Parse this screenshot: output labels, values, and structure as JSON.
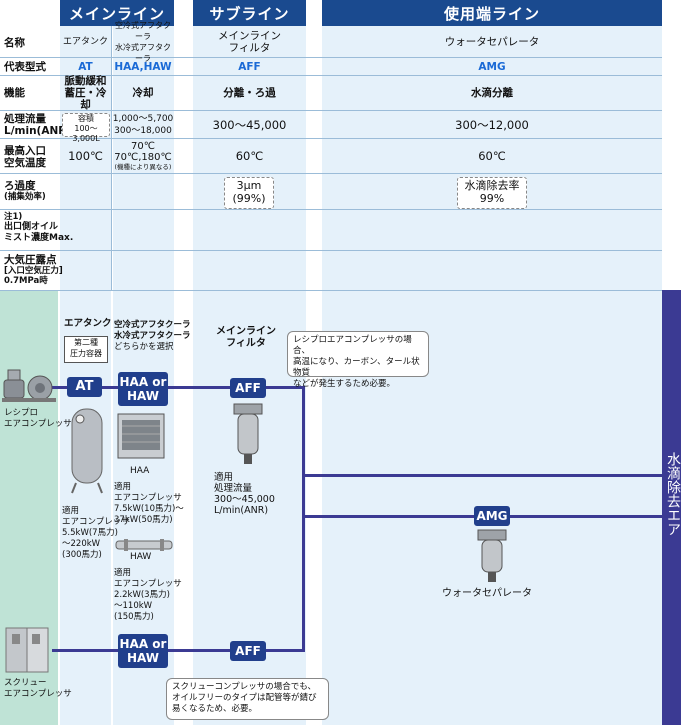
{
  "headers": {
    "main": "メインライン",
    "sub": "サブライン",
    "end": "使用端ライン"
  },
  "rows": {
    "name": "名称",
    "model": "代表型式",
    "function": "機能",
    "flow": [
      "処理流量",
      "L/min(ANR)"
    ],
    "temp": [
      "最高入口",
      "空気温度"
    ],
    "filtration": [
      "ろ過度",
      "(捕集効率)"
    ],
    "mist": [
      "注1)",
      "出口側オイル",
      "ミスト濃度Max."
    ],
    "dew": [
      "大気圧露点",
      "[入口空気圧力]",
      "0.7MPa時"
    ]
  },
  "cells": {
    "at_name": "エアタンク",
    "haa_name": [
      "空冷式アフタクーラ",
      "水冷式アフタクーラ"
    ],
    "aff_name": [
      "メインライン",
      "フィルタ"
    ],
    "amg_name": "ウォータセパレータ",
    "at_model": "AT",
    "haa_model": "HAA,HAW",
    "aff_model": "AFF",
    "amg_model": "AMG",
    "at_func": [
      "脈動緩和",
      "蓄圧・冷却"
    ],
    "haa_func": "冷却",
    "aff_func": "分離・ろ過",
    "amg_func": "水滴分離",
    "at_flow": [
      "容積",
      "100～3,000L"
    ],
    "haa_flow": [
      "1,000～5,700",
      "300～18,000"
    ],
    "aff_flow": "300～45,000",
    "amg_flow": "300～12,000",
    "at_temp": "100℃",
    "haa_temp": [
      "70℃",
      "70℃,180℃",
      "(機種により異なる)"
    ],
    "aff_temp": "60℃",
    "amg_temp": "60℃",
    "aff_filt": [
      "3μm",
      "(99%)"
    ],
    "amg_filt": [
      "水滴除去率",
      "99%"
    ]
  },
  "diagram": {
    "recip_label": [
      "レシプロ",
      "エアコンプレッサ"
    ],
    "screw_label": [
      "スクリュー",
      "エアコンプレッサ"
    ],
    "at_title": "エアタンク",
    "at_sub": [
      "第二種",
      "圧力容器"
    ],
    "haa_title": [
      "空冷式アフタクーラ",
      "水冷式アフタクーラ",
      "どちらかを選択"
    ],
    "aff_title": [
      "メインライン",
      "フィルタ"
    ],
    "badge_at": "AT",
    "badge_haa1": [
      "HAA or",
      "HAW"
    ],
    "badge_aff1": "AFF",
    "badge_haa2": [
      "HAA or",
      "HAW"
    ],
    "badge_aff2": "AFF",
    "badge_amg": "AMG",
    "callout_top": [
      "レシプロエアコンプレッサの場合、",
      "高温になり、カーボン、タール状物質",
      "などが発生するため必要。"
    ],
    "callout_bottom": [
      "スクリューコンプレッサの場合でも、",
      "オイルフリーのタイプは配管等が錆び",
      "易くなるため、必要。"
    ],
    "at_note": [
      "適用",
      "エアコンプレッサ",
      "5.5kW(7馬力)",
      "～220kW",
      "(300馬力)"
    ],
    "haa_label": "HAA",
    "haa_note": [
      "適用",
      "エアコンプレッサ",
      "7.5kW(10馬力)～",
      "37kW(50馬力)"
    ],
    "haw_label": "HAW",
    "haw_note": [
      "適用",
      "エアコンプレッサ",
      "2.2kW(3馬力)",
      "～110kW",
      "(150馬力)"
    ],
    "aff_note": [
      "適用",
      "処理流量",
      "300～45,000",
      "L/min(ANR)"
    ],
    "amg_label": "ウォータセパレータ",
    "vertical_label": "水滴除去エア"
  }
}
